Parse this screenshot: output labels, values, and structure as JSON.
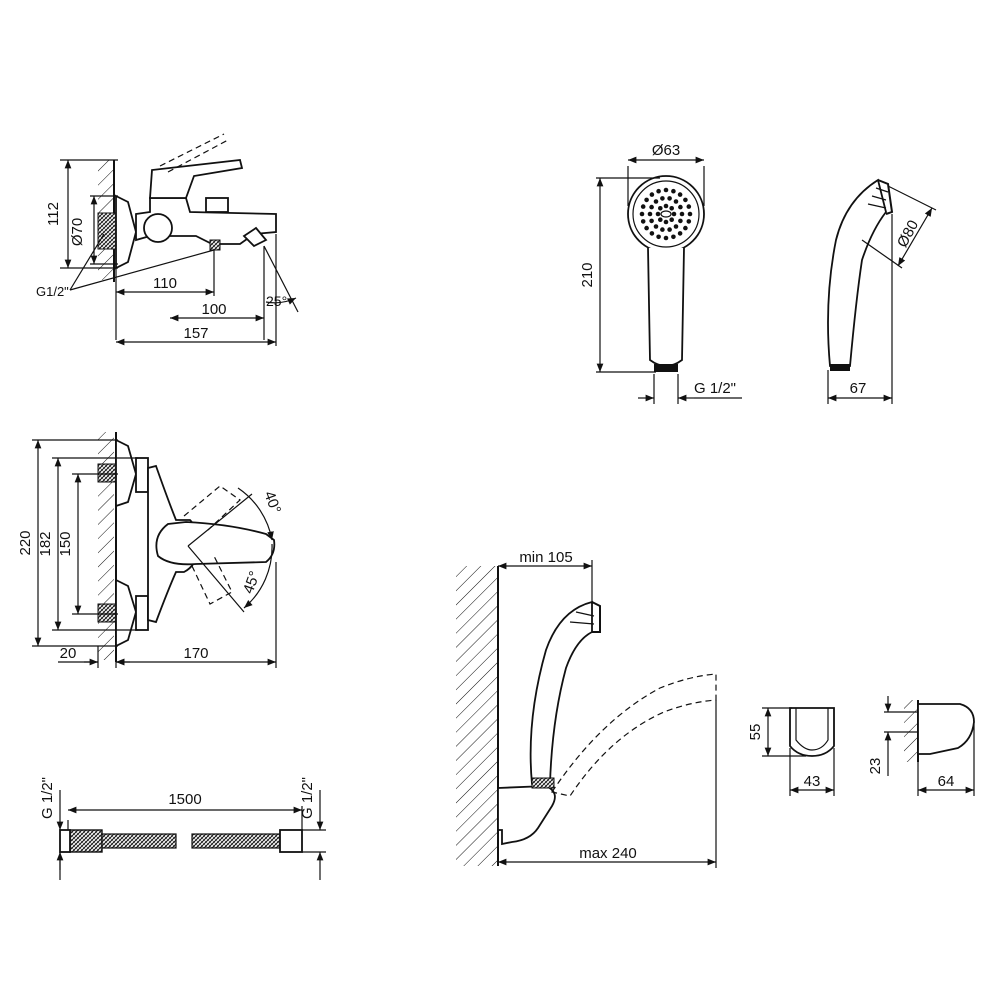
{
  "faucet_bath": {
    "dim_112": "112",
    "dim_d70": "Ø70",
    "dim_thread": "G1/2\"",
    "dim_110": "110",
    "dim_100": "100",
    "dim_157": "157",
    "dim_angle": "25°"
  },
  "shower_head": {
    "dim_d63": "Ø63",
    "dim_210": "210",
    "dim_thread": "G 1/2\"",
    "dim_d80": "Ø80",
    "dim_67": "67"
  },
  "faucet_wall": {
    "dim_220": "220",
    "dim_182": "182",
    "dim_150": "150",
    "dim_20": "20",
    "dim_170": "170",
    "angle_40": "40°",
    "angle_45": "45°"
  },
  "hose": {
    "dim_1500": "1500",
    "thread_left": "G 1/2\"",
    "thread_right": "G 1/2\""
  },
  "holder_mount": {
    "dim_min105": "min 105",
    "dim_max240": "max 240"
  },
  "holder": {
    "dim_55": "55",
    "dim_43": "43",
    "dim_23": "23",
    "dim_64": "64"
  }
}
